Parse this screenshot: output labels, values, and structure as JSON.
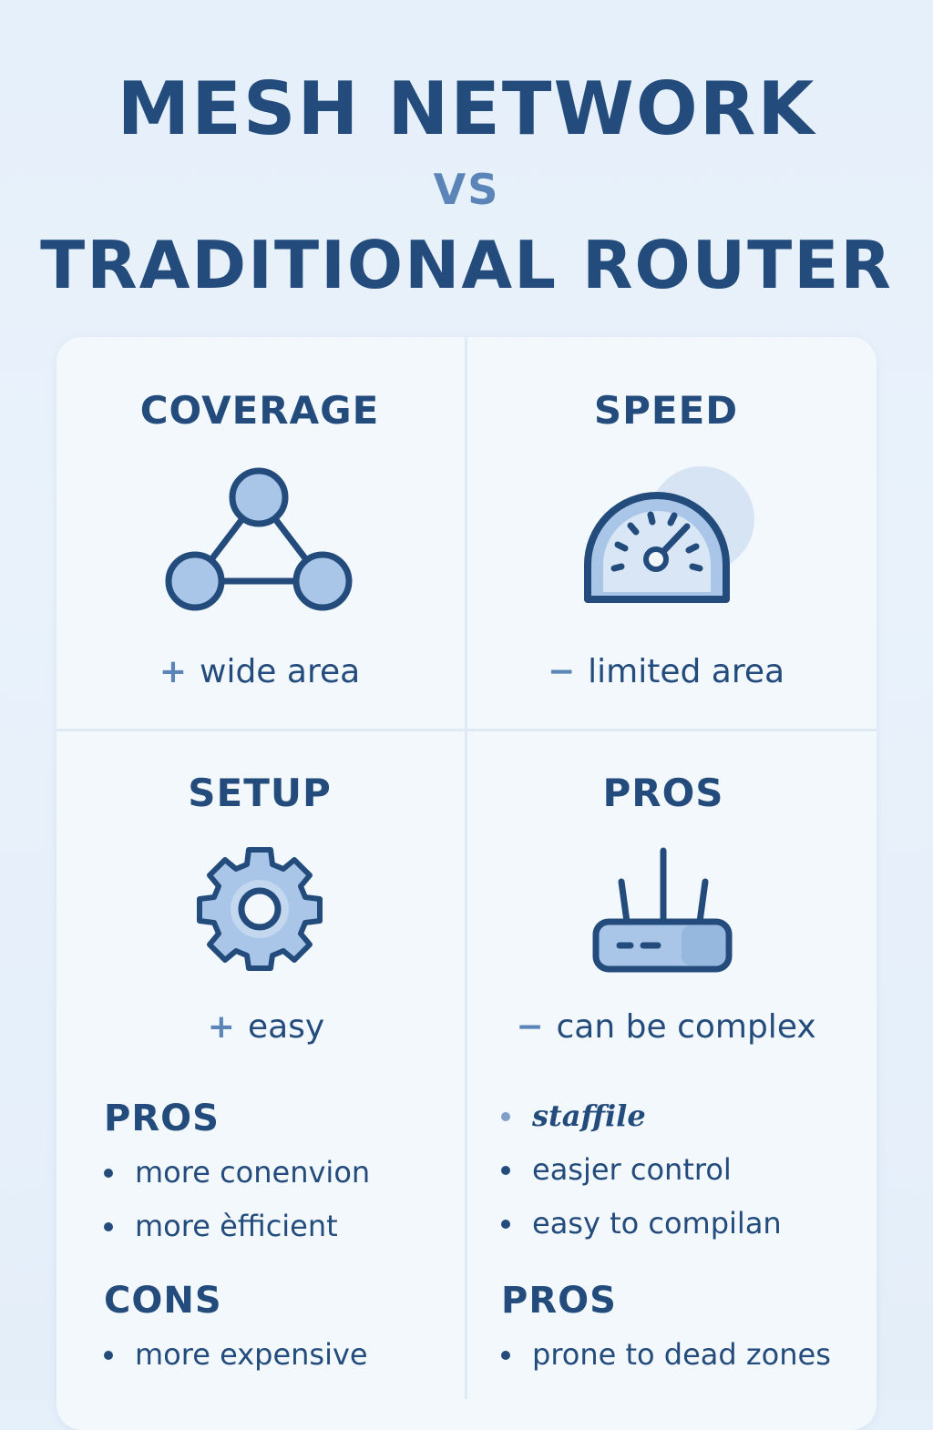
{
  "header": {
    "title_line1": "MESH NETWORK",
    "title_line2": "VS",
    "title_line3": "TRADITIONAL ROUTER"
  },
  "cells": {
    "coverage": {
      "title": "COVERAGE",
      "sign": "+",
      "note": "wide area",
      "icon": "mesh-triangle-icon"
    },
    "speed": {
      "title": "SPEED",
      "sign": "−",
      "note": "limited area",
      "icon": "speedometer-icon"
    },
    "setup": {
      "title": "SETUP",
      "sign": "+",
      "note": "easy",
      "icon": "gear-icon"
    },
    "pros": {
      "title": "PROS",
      "sign": "−",
      "note": "can be complex",
      "icon": "router-icon"
    }
  },
  "left_lists": {
    "pros_heading": "PROS",
    "pros_items": [
      "more conenvion",
      "more èfficient"
    ],
    "cons_heading": "CONS",
    "cons_items": [
      "more expensive"
    ]
  },
  "right_lists": {
    "items": [
      "staffile",
      "easjer control",
      "easy to compilan"
    ],
    "pros_heading": "PROS",
    "pros_items": [
      "prone to dead zones"
    ]
  },
  "colors": {
    "primary": "#234c7d",
    "accent": "#5b84b8",
    "icon_fill": "#a9c6e8",
    "background": "#e6f0fa",
    "card": "#f3f8fd"
  }
}
